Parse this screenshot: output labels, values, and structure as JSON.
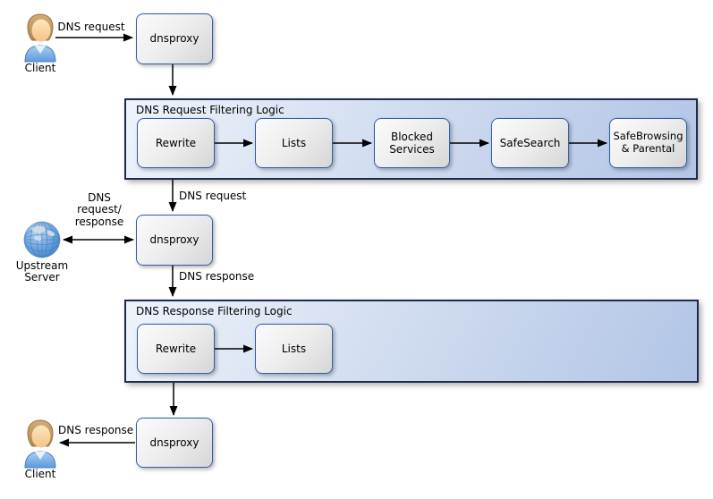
{
  "nodes": {
    "proxy_top": "dnsproxy",
    "proxy_mid": "dnsproxy",
    "proxy_bottom": "dnsproxy"
  },
  "actors": {
    "client_top": "Client",
    "client_bottom": "Client",
    "upstream_server": "Upstream Server"
  },
  "request_filter": {
    "title": "DNS Request Filtering Logic",
    "steps": [
      "Rewrite",
      "Lists",
      "Blocked Services",
      "SafeSearch",
      "SafeBrowsing & Parental"
    ]
  },
  "response_filter": {
    "title": "DNS Response Filtering Logic",
    "steps": [
      "Rewrite",
      "Lists"
    ]
  },
  "edge_labels": {
    "client_to_proxy": "DNS request",
    "filter_to_proxy": "DNS request",
    "upstream_exchange": "DNS request/ response",
    "proxy_to_response_filter": "DNS response",
    "proxy_to_client": "DNS response"
  },
  "colors": {
    "container_fill_start": "#eef3fb",
    "container_fill_end": "#b2c5e6",
    "container_border": "#1d2c4c",
    "node_border": "#2e5fa8",
    "arrow": "#000000"
  }
}
